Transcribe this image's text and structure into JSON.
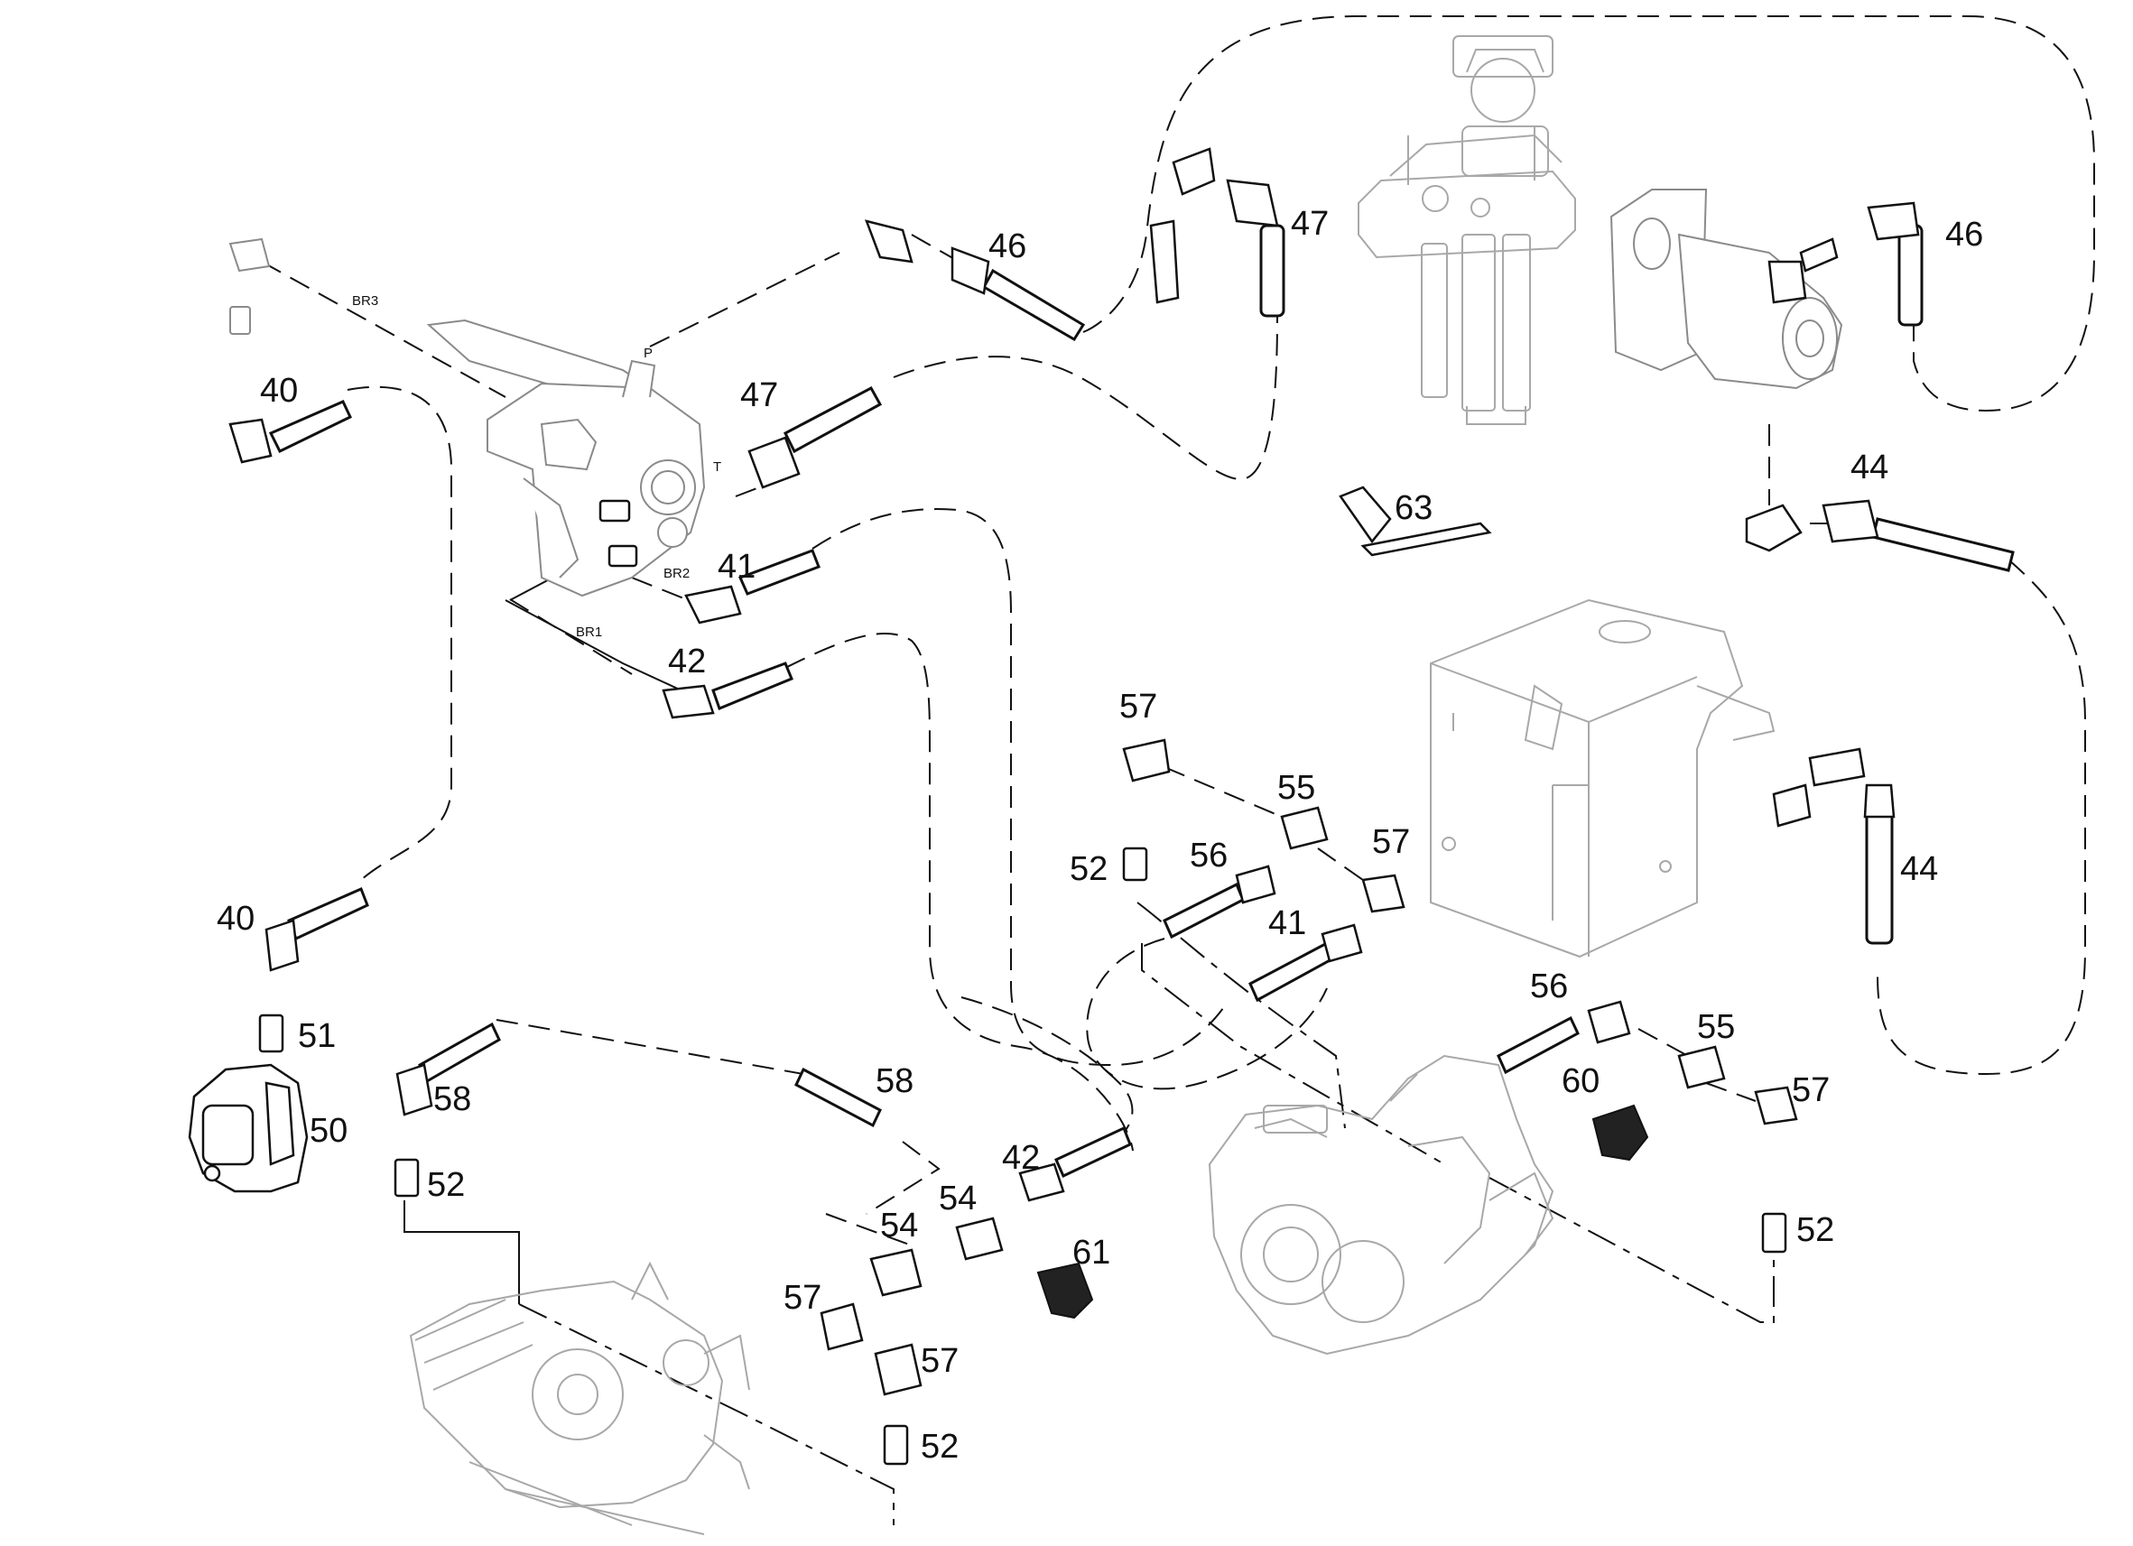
{
  "diagram": {
    "ports": {
      "br3": "BR3",
      "p": "P",
      "t": "T",
      "br2": "BR2",
      "br1": "BR1"
    },
    "labels": [
      {
        "id": "40-top",
        "text": "40"
      },
      {
        "id": "40-bottom",
        "text": "40"
      },
      {
        "id": "41-top",
        "text": "41"
      },
      {
        "id": "41-mid",
        "text": "41"
      },
      {
        "id": "42-top",
        "text": "42"
      },
      {
        "id": "42-bottom",
        "text": "42"
      },
      {
        "id": "44-top",
        "text": "44"
      },
      {
        "id": "44-side",
        "text": "44"
      },
      {
        "id": "46-left",
        "text": "46"
      },
      {
        "id": "46-right",
        "text": "46"
      },
      {
        "id": "47-upper",
        "text": "47"
      },
      {
        "id": "47-lower",
        "text": "47"
      },
      {
        "id": "50",
        "text": "50"
      },
      {
        "id": "51",
        "text": "51"
      },
      {
        "id": "52-a",
        "text": "52"
      },
      {
        "id": "52-b",
        "text": "52"
      },
      {
        "id": "52-c",
        "text": "52"
      },
      {
        "id": "52-d",
        "text": "52"
      },
      {
        "id": "54-a",
        "text": "54"
      },
      {
        "id": "54-b",
        "text": "54"
      },
      {
        "id": "55-a",
        "text": "55"
      },
      {
        "id": "55-b",
        "text": "55"
      },
      {
        "id": "56-a",
        "text": "56"
      },
      {
        "id": "56-b",
        "text": "56"
      },
      {
        "id": "57-a",
        "text": "57"
      },
      {
        "id": "57-b",
        "text": "57"
      },
      {
        "id": "57-c",
        "text": "57"
      },
      {
        "id": "57-d",
        "text": "57"
      },
      {
        "id": "57-e",
        "text": "57"
      },
      {
        "id": "58-a",
        "text": "58"
      },
      {
        "id": "58-b",
        "text": "58"
      },
      {
        "id": "60",
        "text": "60"
      },
      {
        "id": "61",
        "text": "61"
      },
      {
        "id": "63",
        "text": "63"
      }
    ]
  }
}
